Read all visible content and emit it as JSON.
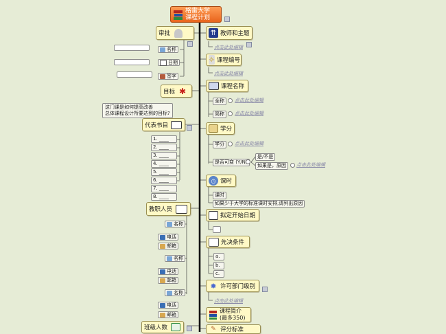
{
  "title": {
    "line1": "格雷大学",
    "line2": "课程计划"
  },
  "placeholder_link": "点击此处编辑",
  "right": {
    "teacher_topic": "教师和主题",
    "course_code": "课程编号",
    "course_name": "课程名称",
    "full_name": "全称",
    "short_name": "简称",
    "credits": "学分",
    "credits_sub": "学分",
    "repeatable": "是否可变 (Y/N)",
    "yes_no": "是/不是",
    "if_yes_why": "如果是，原因",
    "hours": "课时",
    "hours_sub": "课时",
    "hours_note": "如果少于大学的标准课时安排,请列出原因",
    "start_date": "拟定开始日期",
    "prereq": "先决条件",
    "prereq_items": [
      "a.",
      "b.",
      "c."
    ],
    "dept_level": "许可部门级别",
    "intro_line1": "课程简介",
    "intro_line2": "(最多350)",
    "grading": "评分标准"
  },
  "left": {
    "approval": "审批",
    "name": "名称",
    "date": "日期",
    "signature": "签字",
    "goal": "目标",
    "goal_q_line1": "这门课是如何提高改善",
    "goal_q_line2": "总体课程设计所要达到的目标?",
    "books": "代表书目",
    "book_items": [
      "1.",
      "2.",
      "3.",
      "4.",
      "5.",
      "6.",
      "7.",
      "8."
    ],
    "staff": "教职人员",
    "staff_name": "名称",
    "staff_phone": "电话",
    "staff_email": "邮箱",
    "class_size": "班级人数"
  },
  "colors": {
    "background": "#e6ecd6",
    "node_fill": "#fff9c6",
    "title_fill": "#f07a2c",
    "spine": "#111111"
  }
}
